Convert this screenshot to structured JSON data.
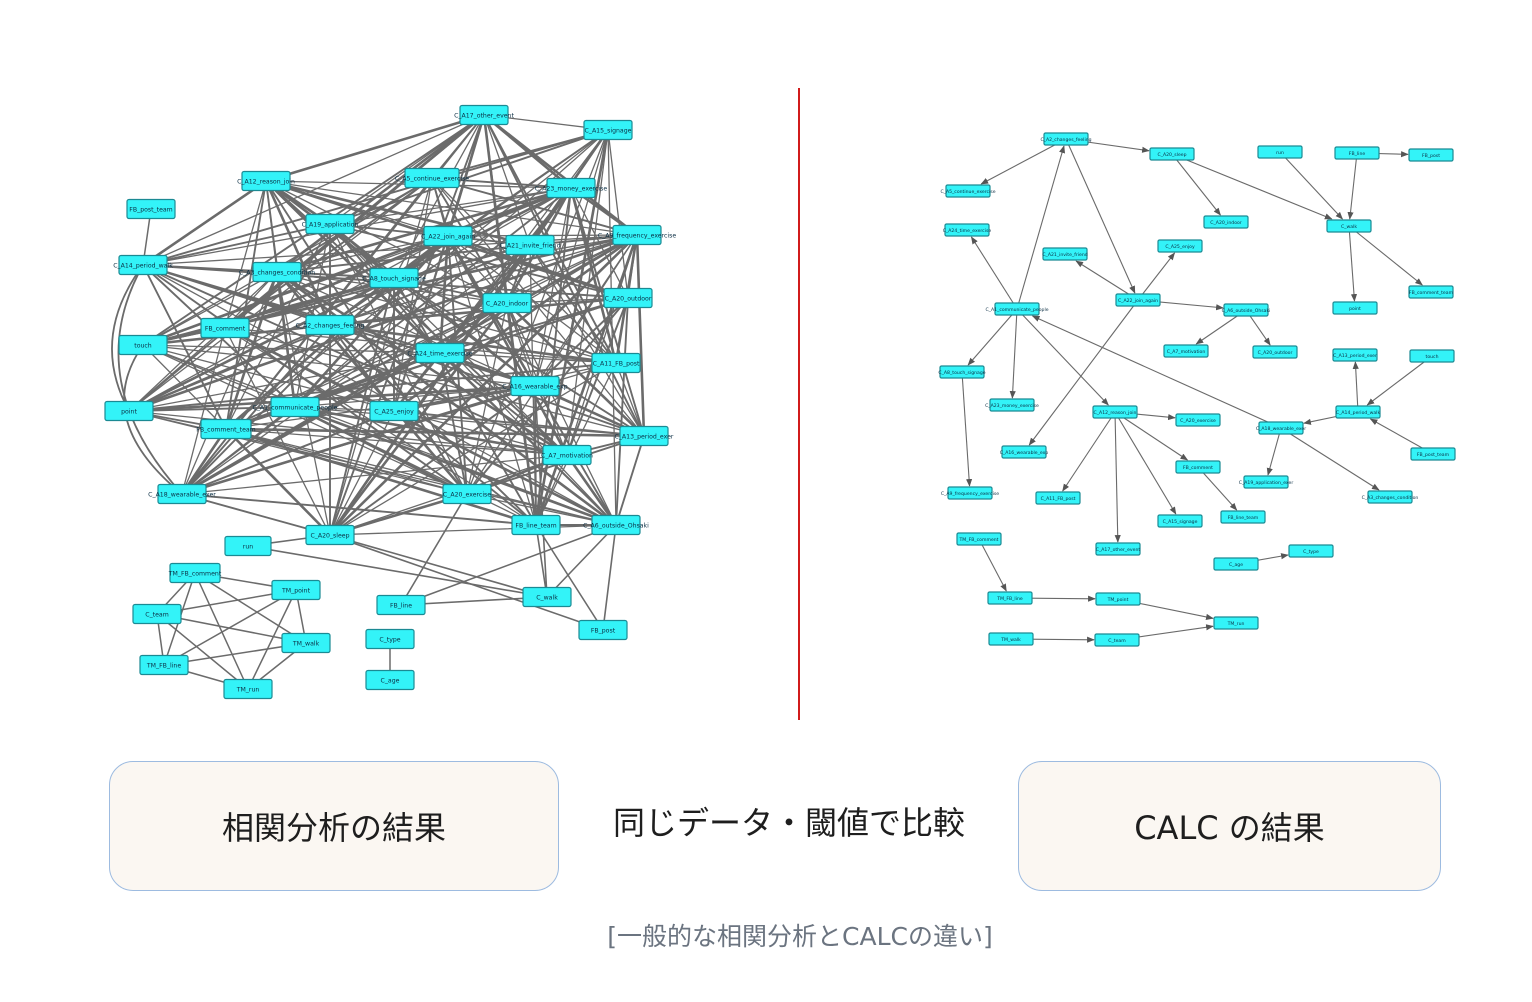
{
  "left_graph": {
    "nodes": [
      {
        "id": "C_A17_other_event",
        "label": "C_A17_other_event"
      },
      {
        "id": "C_A15_signage",
        "label": "C_A15_signage"
      },
      {
        "id": "C_A12_reason_join",
        "label": "C_A12_reason_join"
      },
      {
        "id": "C_A5_continue_exercise",
        "label": "C_A5_continue_exercise"
      },
      {
        "id": "C_A23_money_exercise",
        "label": "C_A23_money_exercise"
      },
      {
        "id": "FB_post_team",
        "label": "FB_post_team"
      },
      {
        "id": "C_A19_application",
        "label": "C_A19_application"
      },
      {
        "id": "C_A22_join_again",
        "label": "C_A22_join_again"
      },
      {
        "id": "C_A21_invite_friend",
        "label": "C_A21_invite_friend"
      },
      {
        "id": "C_A9_frequency_exercise",
        "label": "C_A9_frequency_exercise"
      },
      {
        "id": "C_A14_period_walk",
        "label": "C_A14_period_walk"
      },
      {
        "id": "C_A3_changes_condition",
        "label": "C_A3_changes_condition"
      },
      {
        "id": "C_A8_touch_signage",
        "label": "C_A8_touch_signage"
      },
      {
        "id": "C_A20_indoor",
        "label": "C_A20_indoor"
      },
      {
        "id": "C_A20_outdoor",
        "label": "C_A20_outdoor"
      },
      {
        "id": "FB_comment",
        "label": "FB_comment"
      },
      {
        "id": "C_A2_changes_feeling",
        "label": "C_A2_changes_feeling"
      },
      {
        "id": "touch",
        "label": "touch"
      },
      {
        "id": "C_A24_time_exercise",
        "label": "C_A24_time_exercise"
      },
      {
        "id": "C_A11_FB_post",
        "label": "C_A11_FB_post"
      },
      {
        "id": "C_A16_wearable_exp",
        "label": "C_A16_wearable_exp"
      },
      {
        "id": "point",
        "label": "point"
      },
      {
        "id": "C_A1_communicate_people",
        "label": "C_A1_communicate_people"
      },
      {
        "id": "C_A25_enjoy",
        "label": "C_A25_enjoy"
      },
      {
        "id": "FB_comment_team",
        "label": "FB_comment_team"
      },
      {
        "id": "C_A13_period_exer",
        "label": "C_A13_period_exer"
      },
      {
        "id": "C_A7_motivation",
        "label": "C_A7_motivation"
      },
      {
        "id": "C_A18_wearable_exer",
        "label": "C_A18_wearable_exer"
      },
      {
        "id": "C_A20_exercise",
        "label": "C_A20_exercise"
      },
      {
        "id": "FB_line_team",
        "label": "FB_line_team"
      },
      {
        "id": "C_A6_outside_Ohsaki",
        "label": "C_A6_outside_Ohsaki"
      },
      {
        "id": "C_A20_sleep",
        "label": "C_A20_sleep"
      },
      {
        "id": "run",
        "label": "run"
      },
      {
        "id": "TM_FB_comment",
        "label": "TM_FB_comment"
      },
      {
        "id": "TM_point",
        "label": "TM_point"
      },
      {
        "id": "C_team",
        "label": "C_team"
      },
      {
        "id": "TM_walk",
        "label": "TM_walk"
      },
      {
        "id": "TM_FB_line",
        "label": "TM_FB_line"
      },
      {
        "id": "TM_run",
        "label": "TM_run"
      },
      {
        "id": "FB_line",
        "label": "FB_line"
      },
      {
        "id": "C_walk",
        "label": "C_walk"
      },
      {
        "id": "FB_post",
        "label": "FB_post"
      },
      {
        "id": "C_type",
        "label": "C_type"
      },
      {
        "id": "C_age",
        "label": "C_age"
      }
    ],
    "tm_edges": [
      [
        "TM_FB_comment",
        "TM_point"
      ],
      [
        "TM_FB_comment",
        "C_team"
      ],
      [
        "TM_FB_comment",
        "TM_walk"
      ],
      [
        "TM_FB_comment",
        "TM_FB_line"
      ],
      [
        "TM_FB_comment",
        "TM_run"
      ],
      [
        "TM_point",
        "C_team"
      ],
      [
        "TM_point",
        "TM_walk"
      ],
      [
        "TM_point",
        "TM_FB_line"
      ],
      [
        "TM_point",
        "TM_run"
      ],
      [
        "C_team",
        "TM_walk"
      ],
      [
        "C_team",
        "TM_FB_line"
      ],
      [
        "C_team",
        "TM_run"
      ],
      [
        "TM_walk",
        "TM_FB_line"
      ],
      [
        "TM_walk",
        "TM_run"
      ],
      [
        "TM_FB_line",
        "TM_run"
      ],
      [
        "C_type",
        "C_age"
      ],
      [
        "FB_post_team",
        "C_A14_period_walk"
      ]
    ]
  },
  "right_graph": {
    "nodes": [
      {
        "id": "C_A2_changes_feeling",
        "label": "C_A2_changes_feeling"
      },
      {
        "id": "C_A20_sleep",
        "label": "C_A20_sleep"
      },
      {
        "id": "run",
        "label": "run"
      },
      {
        "id": "FB_line",
        "label": "FB_line"
      },
      {
        "id": "FB_post",
        "label": "FB_post"
      },
      {
        "id": "C_A5_continue_exercise",
        "label": "C_A5_continue_exercise"
      },
      {
        "id": "C_A20_indoor",
        "label": "C_A20_indoor"
      },
      {
        "id": "C_walk",
        "label": "C_walk"
      },
      {
        "id": "C_A24_time_exercise",
        "label": "C_A24_time_exercise"
      },
      {
        "id": "C_A25_enjoy",
        "label": "C_A25_enjoy"
      },
      {
        "id": "C_A21_invite_friend",
        "label": "C_A21_invite_friend"
      },
      {
        "id": "FB_comment_team",
        "label": "FB_comment_team"
      },
      {
        "id": "C_A22_join_again",
        "label": "C_A22_join_again"
      },
      {
        "id": "C_A1_communicate_people",
        "label": "C_A1_communicate_people"
      },
      {
        "id": "C_A6_outside_Ohsaki",
        "label": "C_A6_outside_Ohsaki"
      },
      {
        "id": "point",
        "label": "point"
      },
      {
        "id": "C_A7_motivation",
        "label": "C_A7_motivation"
      },
      {
        "id": "C_A20_outdoor",
        "label": "C_A20_outdoor"
      },
      {
        "id": "C_A13_period_exer",
        "label": "C_A13_period_exer"
      },
      {
        "id": "touch",
        "label": "touch"
      },
      {
        "id": "C_A8_touch_signage",
        "label": "C_A8_touch_signage"
      },
      {
        "id": "C_A23_money_exercise",
        "label": "C_A23_money_exercise"
      },
      {
        "id": "C_A12_reason_join",
        "label": "C_A12_reason_join"
      },
      {
        "id": "C_A20_exercise",
        "label": "C_A20_exercise"
      },
      {
        "id": "C_A18_wearable_exer",
        "label": "C_A18_wearable_exer"
      },
      {
        "id": "C_A14_period_walk",
        "label": "C_A14_period_walk"
      },
      {
        "id": "C_A16_wearable_exp",
        "label": "C_A16_wearable_exp"
      },
      {
        "id": "FB_comment",
        "label": "FB_comment"
      },
      {
        "id": "FB_post_team",
        "label": "FB_post_team"
      },
      {
        "id": "C_A9_frequency_exercise",
        "label": "C_A9_frequency_exercise"
      },
      {
        "id": "C_A11_FB_post",
        "label": "C_A11_FB_post"
      },
      {
        "id": "C_A19_application_exer",
        "label": "C_A19_application_exer"
      },
      {
        "id": "C_A3_changes_condition",
        "label": "C_A3_changes_condition"
      },
      {
        "id": "FB_line_team",
        "label": "FB_line_team"
      },
      {
        "id": "C_A15_signage",
        "label": "C_A15_signage"
      },
      {
        "id": "TM_FB_comment",
        "label": "TM_FB_comment"
      },
      {
        "id": "C_A17_other_event",
        "label": "C_A17_other_event"
      },
      {
        "id": "C_age",
        "label": "C_age"
      },
      {
        "id": "C_type",
        "label": "C_type"
      },
      {
        "id": "TM_FB_line",
        "label": "TM_FB_line"
      },
      {
        "id": "TM_point",
        "label": "TM_point"
      },
      {
        "id": "TM_run",
        "label": "TM_run"
      },
      {
        "id": "TM_walk",
        "label": "TM_walk"
      },
      {
        "id": "C_team",
        "label": "C_team"
      }
    ],
    "edges": [
      [
        "C_A2_changes_feeling",
        "C_A20_sleep"
      ],
      [
        "C_A2_changes_feeling",
        "C_A5_continue_exercise"
      ],
      [
        "C_A2_changes_feeling",
        "C_A22_join_again"
      ],
      [
        "C_A1_communicate_people",
        "C_A2_changes_feeling"
      ],
      [
        "C_A20_sleep",
        "C_A20_indoor"
      ],
      [
        "C_A20_sleep",
        "C_walk"
      ],
      [
        "run",
        "C_walk"
      ],
      [
        "FB_line",
        "C_walk"
      ],
      [
        "FB_line",
        "FB_post"
      ],
      [
        "C_walk",
        "FB_comment_team"
      ],
      [
        "C_walk",
        "point"
      ],
      [
        "C_A1_communicate_people",
        "C_A24_time_exercise"
      ],
      [
        "C_A22_join_again",
        "C_A21_invite_friend"
      ],
      [
        "C_A22_join_again",
        "C_A25_enjoy"
      ],
      [
        "C_A22_join_again",
        "C_A6_outside_Ohsaki"
      ],
      [
        "C_A22_join_again",
        "C_A16_wearable_exp"
      ],
      [
        "C_A6_outside_Ohsaki",
        "C_A7_motivation"
      ],
      [
        "C_A6_outside_Ohsaki",
        "C_A20_outdoor"
      ],
      [
        "C_A1_communicate_people",
        "C_A8_touch_signage"
      ],
      [
        "C_A1_communicate_people",
        "C_A23_money_exercise"
      ],
      [
        "C_A1_communicate_people",
        "C_A12_reason_join"
      ],
      [
        "C_A18_wearable_exer",
        "C_A1_communicate_people"
      ],
      [
        "C_A8_touch_signage",
        "C_A9_frequency_exercise"
      ],
      [
        "C_A12_reason_join",
        "C_A20_exercise"
      ],
      [
        "C_A12_reason_join",
        "C_A11_FB_post"
      ],
      [
        "C_A12_reason_join",
        "C_A17_other_event"
      ],
      [
        "C_A12_reason_join",
        "C_A15_signage"
      ],
      [
        "C_A12_reason_join",
        "FB_comment"
      ],
      [
        "FB_comment",
        "FB_line_team"
      ],
      [
        "C_A14_period_walk",
        "C_A13_period_exer"
      ],
      [
        "touch",
        "C_A14_period_walk"
      ],
      [
        "FB_post_team",
        "C_A14_period_walk"
      ],
      [
        "C_A14_period_walk",
        "C_A18_wearable_exer"
      ],
      [
        "C_A18_wearable_exer",
        "C_A19_application_exer"
      ],
      [
        "C_A18_wearable_exer",
        "C_A3_changes_condition"
      ],
      [
        "C_age",
        "C_type"
      ],
      [
        "TM_FB_comment",
        "TM_FB_line"
      ],
      [
        "TM_FB_line",
        "TM_point"
      ],
      [
        "TM_point",
        "TM_run"
      ],
      [
        "TM_walk",
        "C_team"
      ],
      [
        "C_team",
        "TM_run"
      ]
    ]
  },
  "labels": {
    "left": "相関分析の結果",
    "center": "同じデータ・閾値で比較",
    "right": "CALC の結果",
    "caption": "[一般的な相関分析とCALCの違い]"
  },
  "colors": {
    "node_fill": "#33f3f8",
    "node_border": "#1b8a93",
    "edge": "#6b6b6b",
    "divider": "#d11b1b",
    "box_border": "#9dbbe0",
    "box_fill": "#fbf7f2"
  }
}
